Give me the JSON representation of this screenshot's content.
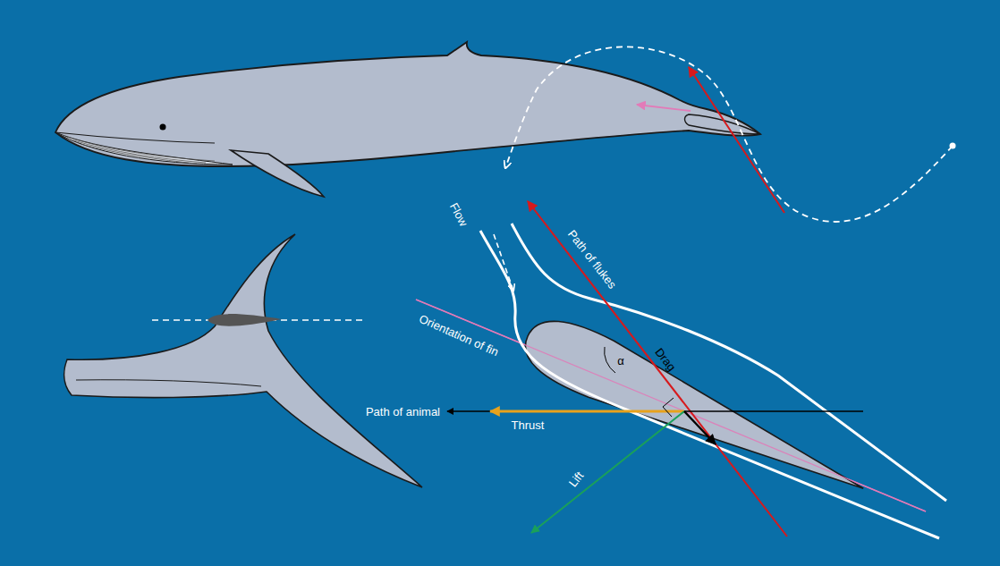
{
  "diagram": {
    "labels": [
      "Flow",
      "Path of flukes",
      "Orientation of fin",
      "α",
      "Drag",
      "Path of animal",
      "Thrust",
      "Lift"
    ]
  }
}
